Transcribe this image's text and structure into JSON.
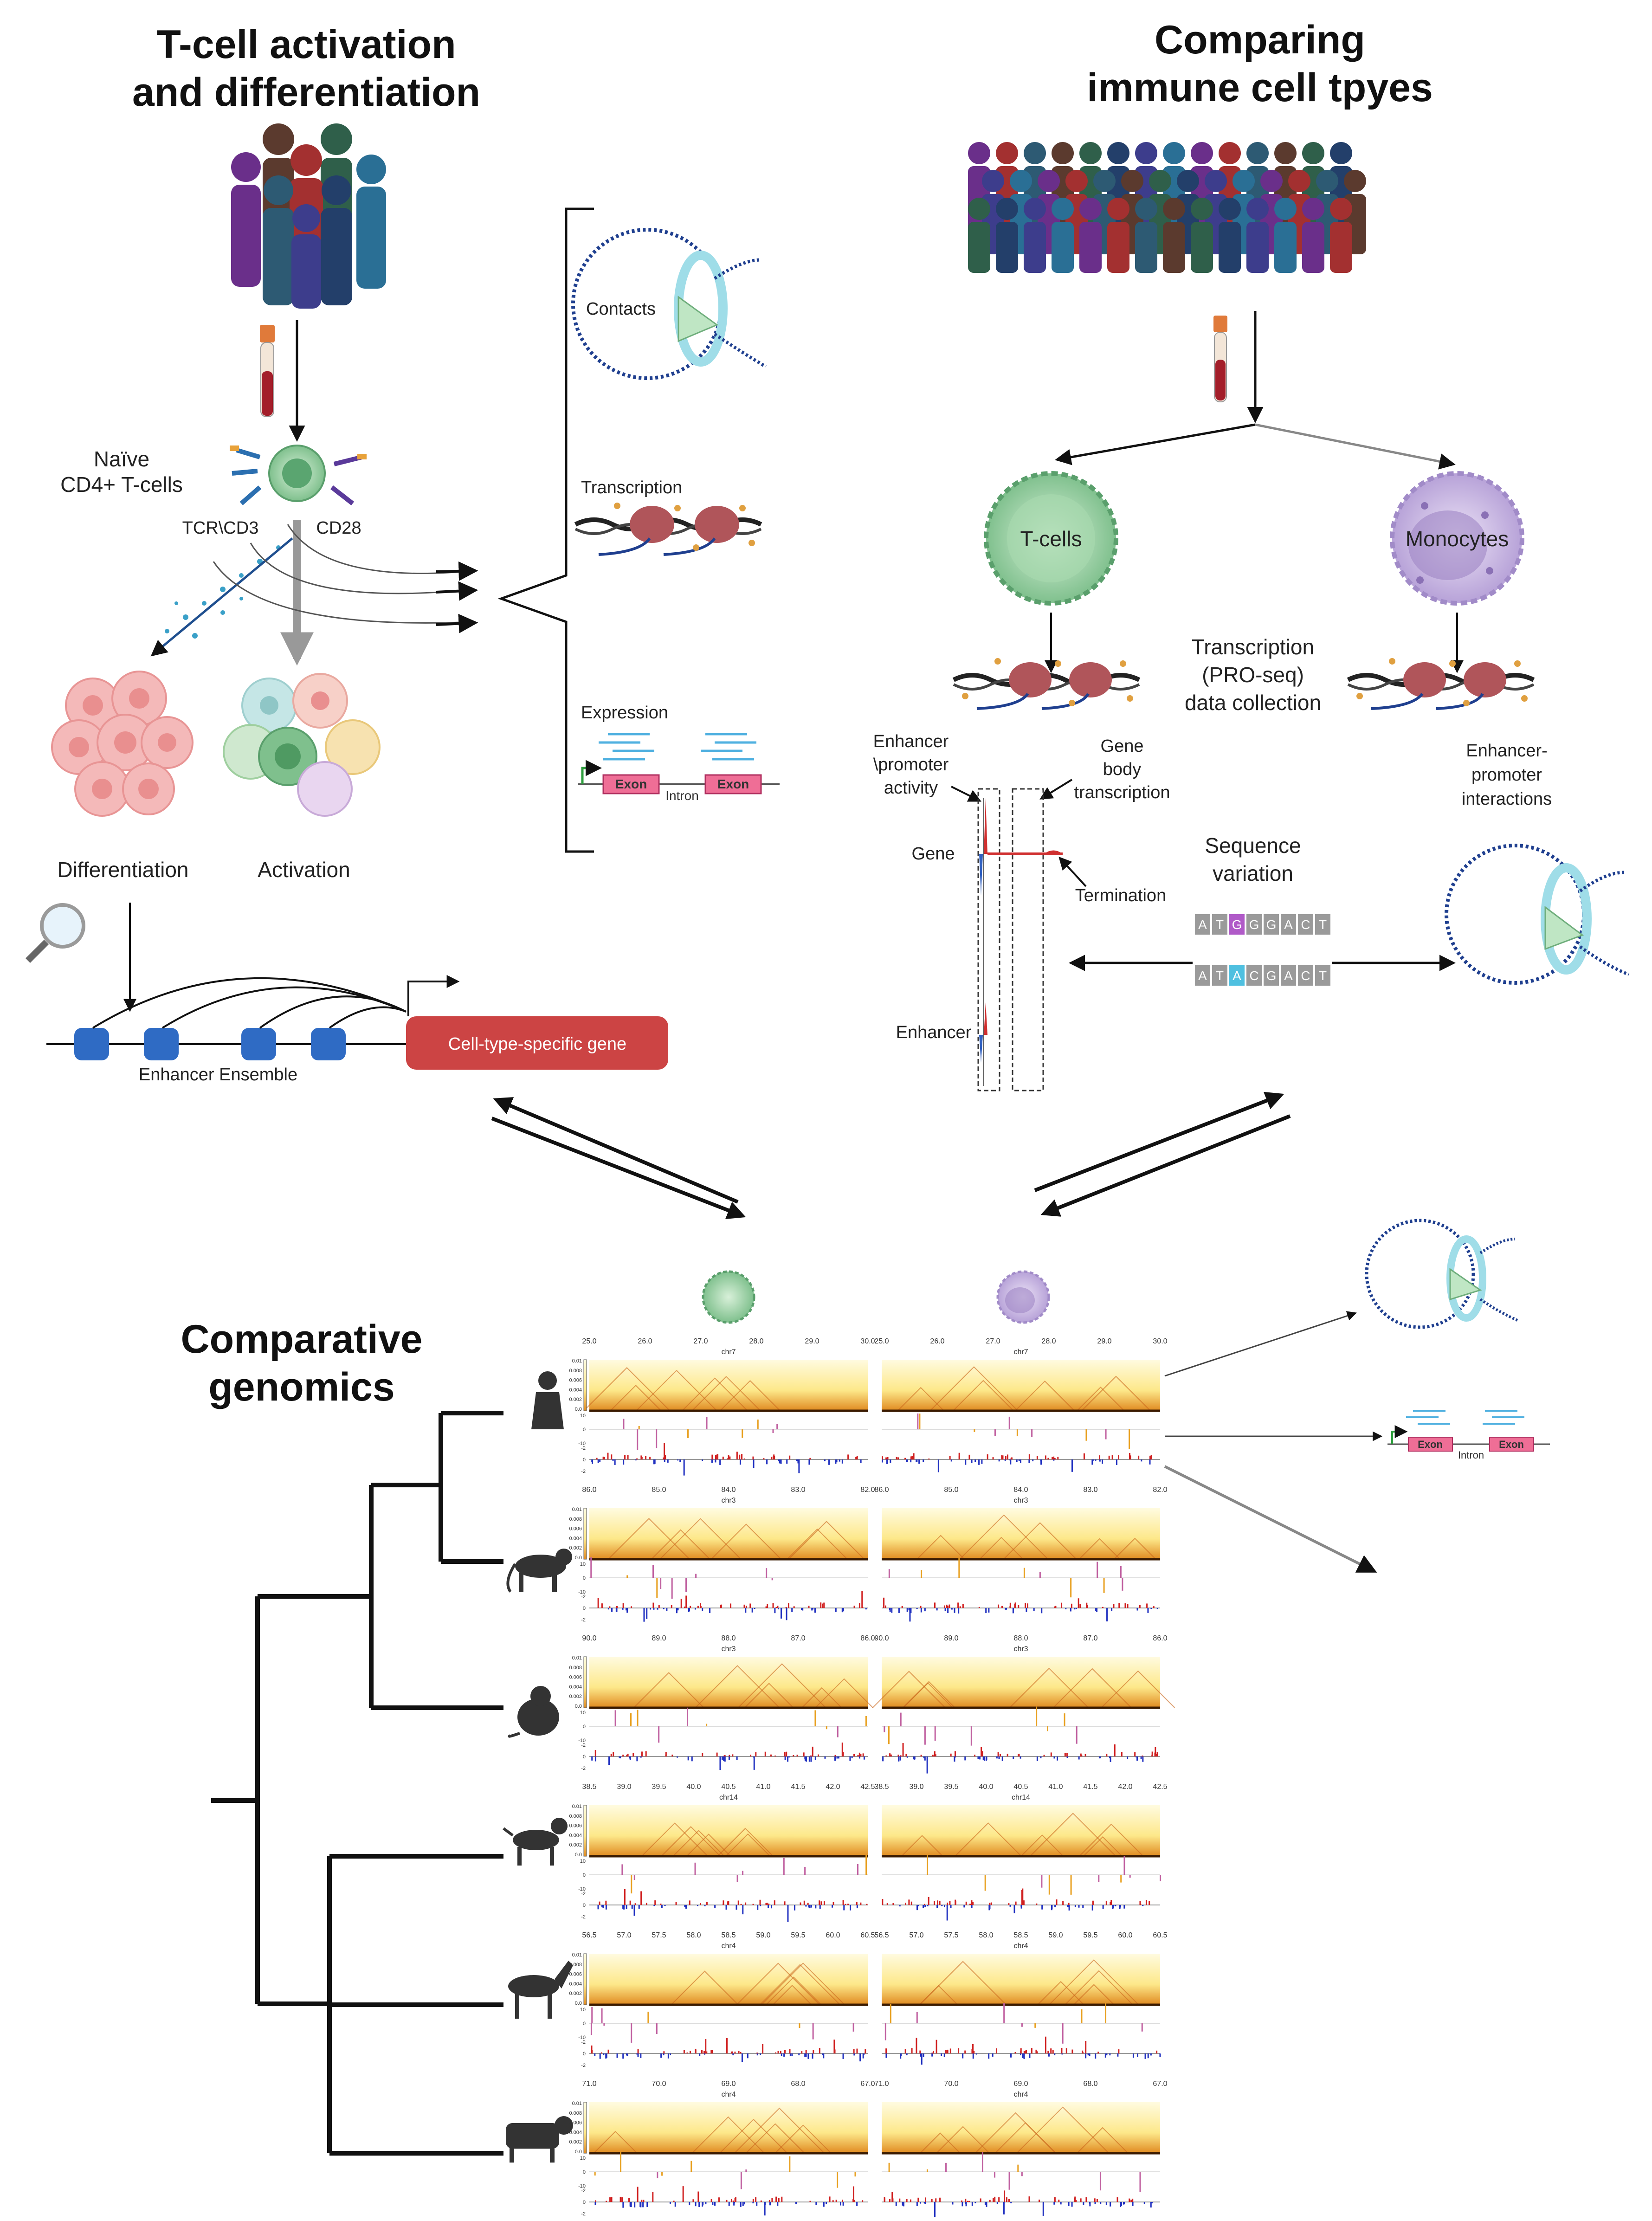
{
  "left_panel": {
    "title_line1": "T-cell activation",
    "title_line2": "and differentiation",
    "naive_line1": "Naïve",
    "naive_line2": "CD4+ T-cells",
    "tcr_label": "TCR\\CD3",
    "cd28_label": "CD28",
    "differentiation": "Differentiation",
    "activation": "Activation",
    "enhancer_ensemble": "Enhancer Ensemble",
    "cell_type_gene": "Cell-type-specific gene"
  },
  "middle_panel": {
    "contacts": "Contacts",
    "transcription": "Transcription",
    "expression": "Expression",
    "exon": "Exon",
    "intron": "Intron"
  },
  "right_panel": {
    "title_line1": "Comparing",
    "title_line2": "immune cell tpyes",
    "tcells": "T-cells",
    "monocytes": "Monocytes",
    "proseq_line1": "Transcription",
    "proseq_line2": "(PRO-seq)",
    "proseq_line3": "data collection",
    "enh_prom_line1": "Enhancer",
    "enh_prom_line2": "\\promoter",
    "enh_prom_line3": "activity",
    "gene_body_line1": "Gene",
    "gene_body_line2": "body",
    "gene_body_line3": "transcription",
    "gene": "Gene",
    "termination": "Termination",
    "enhancer": "Enhancer",
    "seqvar_line1": "Sequence",
    "seqvar_line2": "variation",
    "seq_top": [
      "A",
      "T",
      "G",
      "G",
      "G",
      "A",
      "C",
      "T"
    ],
    "seq_bottom": [
      "A",
      "T",
      "A",
      "C",
      "G",
      "A",
      "C",
      "T"
    ],
    "interactions_line1": "Enhancer-",
    "interactions_line2": "promoter",
    "interactions_line3": "interactions"
  },
  "bottom_panel": {
    "title_line1": "Comparative",
    "title_line2": "genomics",
    "exon": "Exon",
    "intron": "Intron",
    "rows": [
      {
        "species_icon": "human-icon",
        "chrom": "chr7",
        "ticks": [
          "25.0",
          "26.0",
          "27.0",
          "28.0",
          "29.0",
          "30.0"
        ]
      },
      {
        "species_icon": "monkey-icon",
        "chrom": "chr3",
        "ticks": [
          "86.0",
          "85.0",
          "84.0",
          "83.0",
          "82.0"
        ]
      },
      {
        "species_icon": "macaque-icon",
        "chrom": "chr3",
        "ticks": [
          "90.0",
          "89.0",
          "88.0",
          "87.0",
          "86.0"
        ]
      },
      {
        "species_icon": "dog-icon",
        "chrom": "chr14",
        "ticks": [
          "38.5",
          "39.0",
          "39.5",
          "40.0",
          "40.5",
          "41.0",
          "41.5",
          "42.0",
          "42.5"
        ]
      },
      {
        "species_icon": "horse-icon",
        "chrom": "chr4",
        "ticks": [
          "56.5",
          "57.0",
          "57.5",
          "58.0",
          "58.5",
          "59.0",
          "59.5",
          "60.0",
          "60.5"
        ]
      },
      {
        "species_icon": "cow-icon",
        "chrom": "chr4",
        "ticks": [
          "71.0",
          "70.0",
          "69.0",
          "68.0",
          "67.0"
        ]
      }
    ],
    "cbar_ticks": [
      "0.01",
      "0.008",
      "0.006",
      "0.004",
      "0.002",
      "0.0"
    ],
    "track_ticks": [
      "10",
      "0",
      "-10",
      "-2",
      "0",
      "-2"
    ]
  },
  "colors": {
    "tcell_green": "#8fcf9a",
    "monocyte_purple": "#c9b6e4",
    "gene_red": "#cc4444",
    "enhancer_blue": "#3a6fc4",
    "dna_blue": "#1f3f8f",
    "cohesin_cyan": "#9fdde8",
    "exon_pink": "#ef6e96",
    "polymerase_brown": "#b0555a",
    "heatmap_yellow": "#fff1a8"
  }
}
